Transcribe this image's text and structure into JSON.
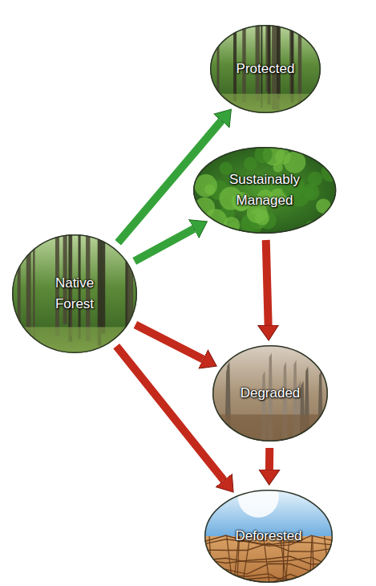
{
  "diagram": {
    "nodes": [
      {
        "text": [
          "Protected"
        ]
      },
      {
        "text": [
          "Sustainably Managed"
        ]
      },
      {
        "text": [
          "Native Forest"
        ]
      },
      {
        "text": [
          "Degraded"
        ]
      },
      {
        "text": [
          "Deforested"
        ]
      }
    ],
    "edges": [
      {
        "from": 2,
        "to": 0,
        "arrow": "to"
      },
      {
        "from": 2,
        "to": 1,
        "arrow": "to"
      },
      {
        "from": 1,
        "to": 3,
        "arrow": "to"
      },
      {
        "from": 2,
        "to": 3,
        "arrow": "to"
      },
      {
        "from": 3,
        "to": 4,
        "arrow": "to"
      },
      {
        "from": 2,
        "to": 4,
        "arrow": "to"
      }
    ]
  }
}
